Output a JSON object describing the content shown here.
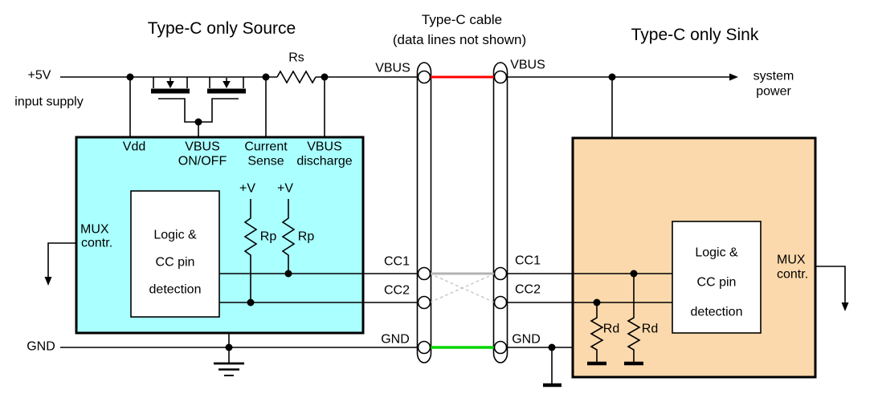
{
  "diagram": {
    "source": {
      "title": "Type-C only Source",
      "supply_line1": "+5V",
      "supply_line2": "input supply",
      "rs": "Rs",
      "pin_vdd": "Vdd",
      "pin_vbus_onoff_1": "VBUS",
      "pin_vbus_onoff_2": "ON/OFF",
      "pin_current_sense_1": "Current",
      "pin_current_sense_2": "Sense",
      "pin_vbus_discharge_1": "VBUS",
      "pin_vbus_discharge_2": "discharge",
      "mux_1": "MUX",
      "mux_2": "contr.",
      "pullup_supply_1": "+V",
      "pullup_supply_2": "+V",
      "rp_1": "Rp",
      "rp_2": "Rp",
      "logic_1": "Logic &",
      "logic_2": "CC pin",
      "logic_3": "detection",
      "port_vbus": "VBUS",
      "port_cc1": "CC1",
      "port_cc2": "CC2",
      "port_gnd": "GND",
      "gnd_rail": "GND"
    },
    "cable": {
      "title_1": "Type-C cable",
      "title_2": "(data lines not shown)"
    },
    "sink": {
      "title": "Type-C only Sink",
      "system_power_1": "system",
      "system_power_2": "power",
      "port_vbus": "VBUS",
      "port_cc1": "CC1",
      "port_cc2": "CC2",
      "port_gnd": "GND",
      "rd_1": "Rd",
      "rd_2": "Rd",
      "logic_1": "Logic &",
      "logic_2": "CC pin",
      "logic_3": "detection",
      "mux_1": "MUX",
      "mux_2": "contr."
    },
    "colors": {
      "source_box_fill": "#aaffff",
      "sink_box_fill": "#fcd9ac",
      "vbus_wire": "#ff0000",
      "cc_wire": "#b3b3b3",
      "cc_crossover": "#c8c8c8",
      "gnd_wire": "#00d500"
    }
  }
}
